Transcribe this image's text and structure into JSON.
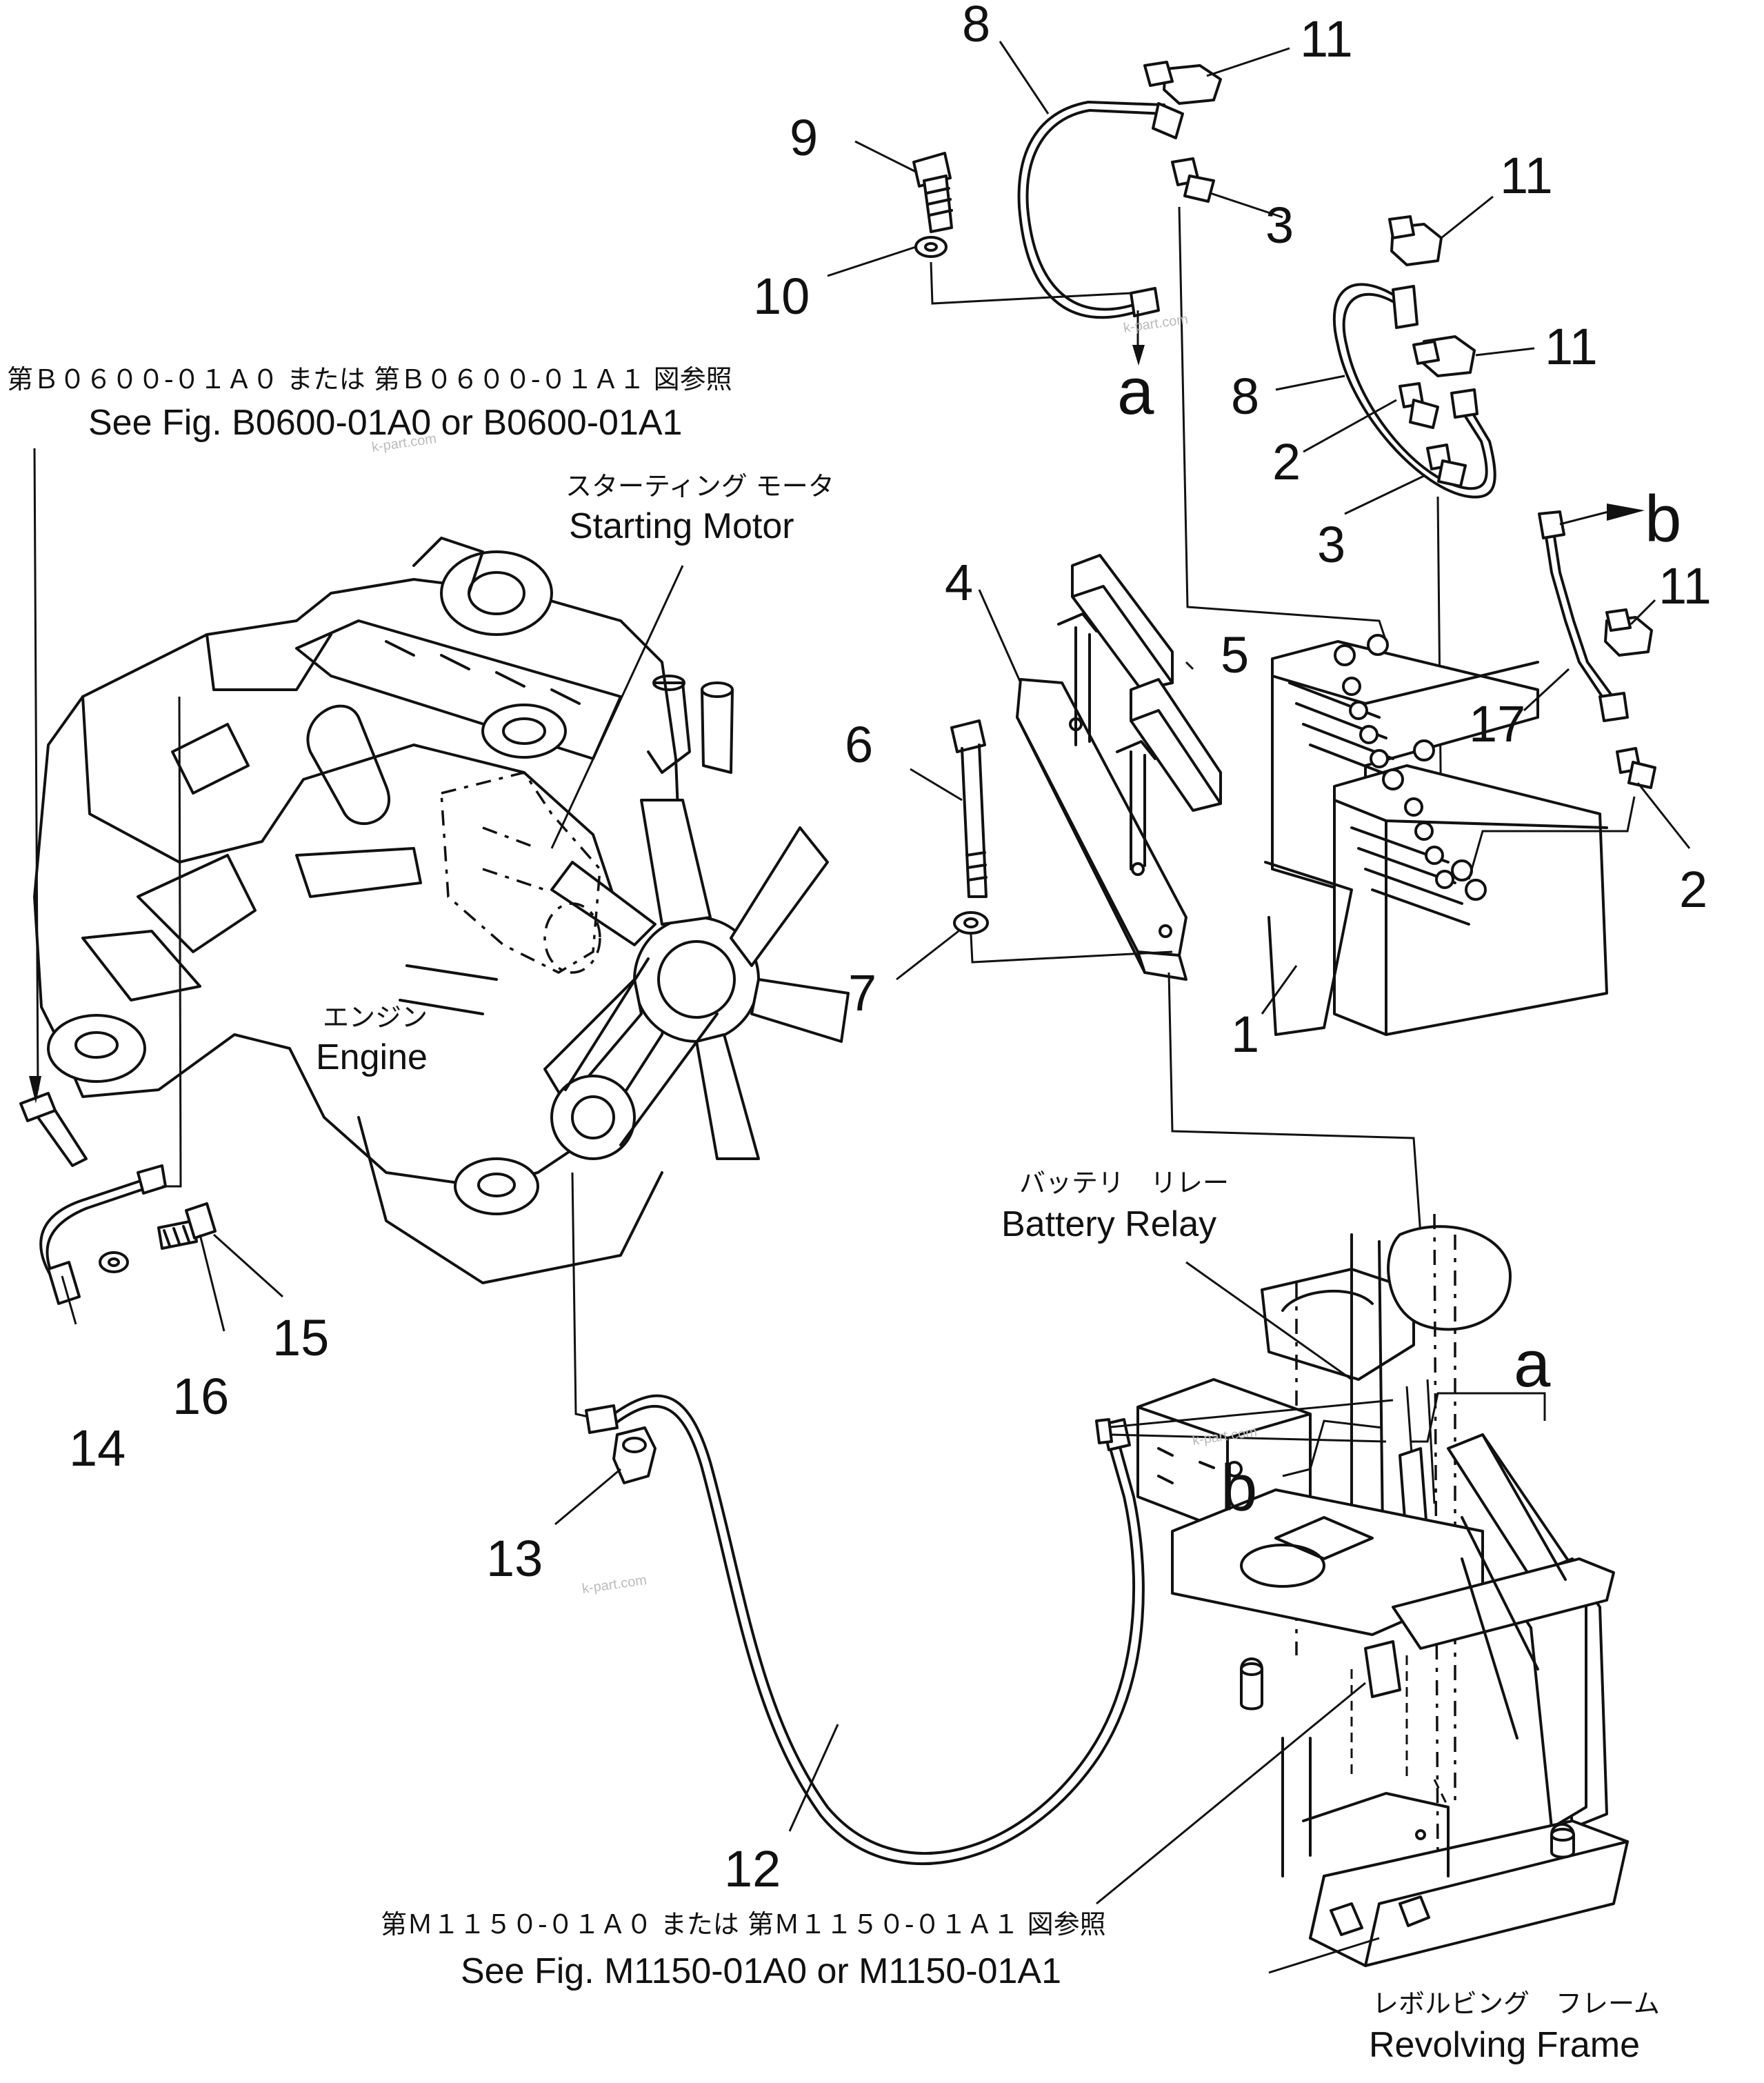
{
  "callouts": {
    "n1": "1",
    "n2a": "2",
    "n2b": "2",
    "n3a": "3",
    "n3b": "3",
    "n4": "4",
    "n5": "5",
    "n6": "6",
    "n7": "7",
    "n8a": "8",
    "n8b": "8",
    "n9": "9",
    "n10": "10",
    "n11a": "11",
    "n11b": "11",
    "n11c": "11",
    "n11d": "11",
    "n12": "12",
    "n13": "13",
    "n14": "14",
    "n15": "15",
    "n16": "16",
    "n17": "17"
  },
  "connectors": {
    "a_top": "a",
    "a_relay": "a",
    "b_top": "b",
    "b_relay": "b"
  },
  "refs": {
    "top_jp": "第Ｂ０６００-０１Ａ０ または 第Ｂ０６００-０１Ａ１ 図参照",
    "top_en": "See Fig. B0600-01A0 or B0600-01A1",
    "bottom_jp": "第Ｍ１１５０-０１Ａ０ または 第Ｍ１１５０-０１Ａ１ 図参照",
    "bottom_en": "See Fig. M1150-01A0 or M1150-01A1"
  },
  "labels": {
    "starting_motor_jp": "スターティング モータ",
    "starting_motor_en": "Starting Motor",
    "engine_jp": "エンジン",
    "engine_en": "Engine",
    "battery_relay_jp": "バッテリ　リレー",
    "battery_relay_en": "Battery Relay",
    "revolving_frame_jp": "レボルビング　フレーム",
    "revolving_frame_en": "Revolving Frame"
  },
  "watermark": "k-part.com"
}
